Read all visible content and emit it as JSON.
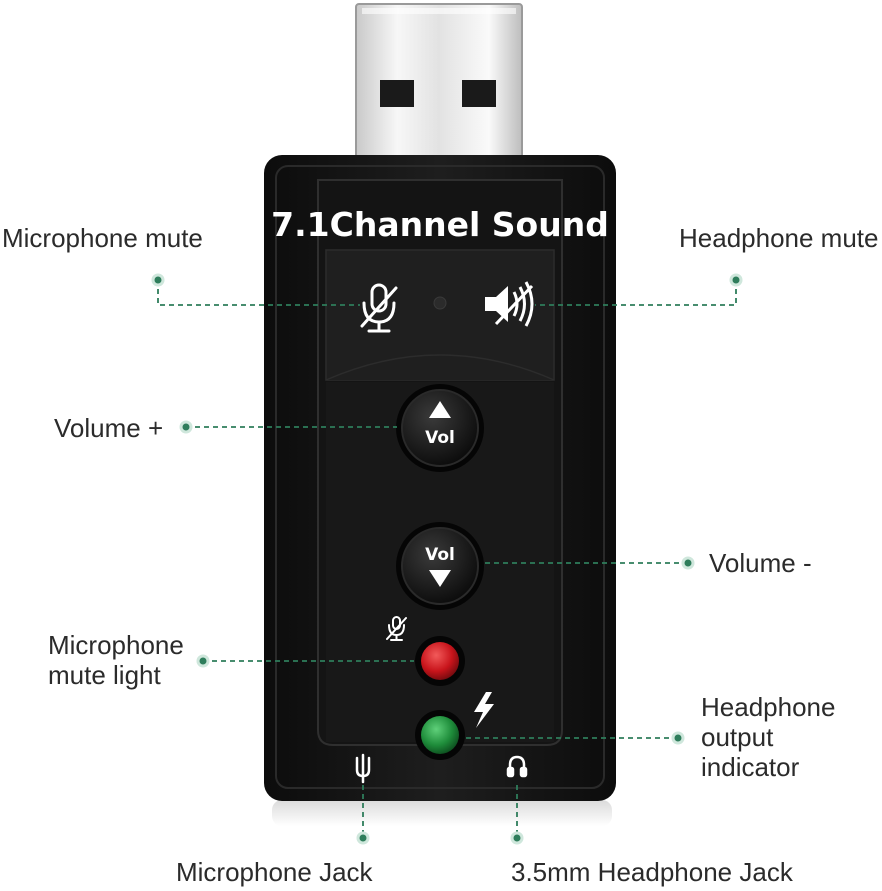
{
  "device": {
    "title": "7.1Channel Sound",
    "vol_up_text": "Vol",
    "vol_down_text": "Vol"
  },
  "labels": {
    "microphone_mute": "Microphone mute",
    "headphone_mute": "Headphone mute",
    "volume_plus": "Volume +",
    "volume_minus": "Volume -",
    "microphone_mute_light": [
      "Microphone",
      "mute light"
    ],
    "headphone_output_indicator": [
      "Headphone",
      "output",
      "indicator"
    ],
    "microphone_jack": "Microphone Jack",
    "headphone_jack": "3.5mm Headphone Jack"
  },
  "colors": {
    "callout": "#2e7d5b",
    "body": "#161616",
    "mute_led": "#c8141b",
    "output_led": "#1e8c3a"
  },
  "icons": [
    "usb-plug-icon",
    "mic-mute-icon",
    "speaker-mute-icon",
    "up-triangle-icon",
    "down-triangle-icon",
    "small-mic-mute-icon",
    "lightning-icon",
    "mic-jack-icon",
    "headphone-jack-icon"
  ]
}
